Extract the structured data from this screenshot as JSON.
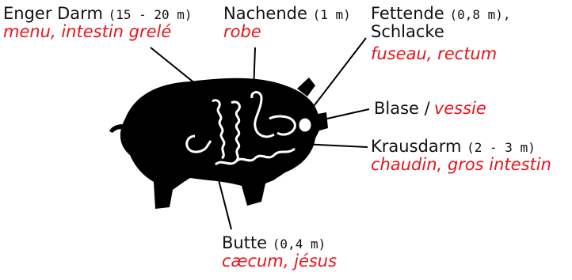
{
  "labels": {
    "small_intestine": {
      "de_name": "Enger Darm",
      "de_size": "(15 - 20 m)",
      "fr": "menu, intestin grelé"
    },
    "caul": {
      "de_name": "Nachende",
      "de_size": "(1 m)",
      "fr": "robe"
    },
    "rectum": {
      "de_name": "Fettende",
      "de_size": "(0,8 m),",
      "de_name2": "Schlacke",
      "fr": "fuseau, rectum"
    },
    "bladder": {
      "de_name": "Blase /",
      "fr": "vessie"
    },
    "large_intestine": {
      "de_name": "Krausdarm",
      "de_size": "(2 - 3 m)",
      "fr": "chaudin, gros intestin"
    },
    "caecum": {
      "de_name": "Butte",
      "de_size": "(0,4 m)",
      "fr": "cæcum, jésus"
    }
  },
  "colors": {
    "german_text": "#111111",
    "french_text": "#e8141c",
    "silhouette": "#000000",
    "organs": "#ffffff"
  },
  "icons": {
    "animal": "pig-silhouette",
    "organ_outline": "intestine-outline"
  }
}
